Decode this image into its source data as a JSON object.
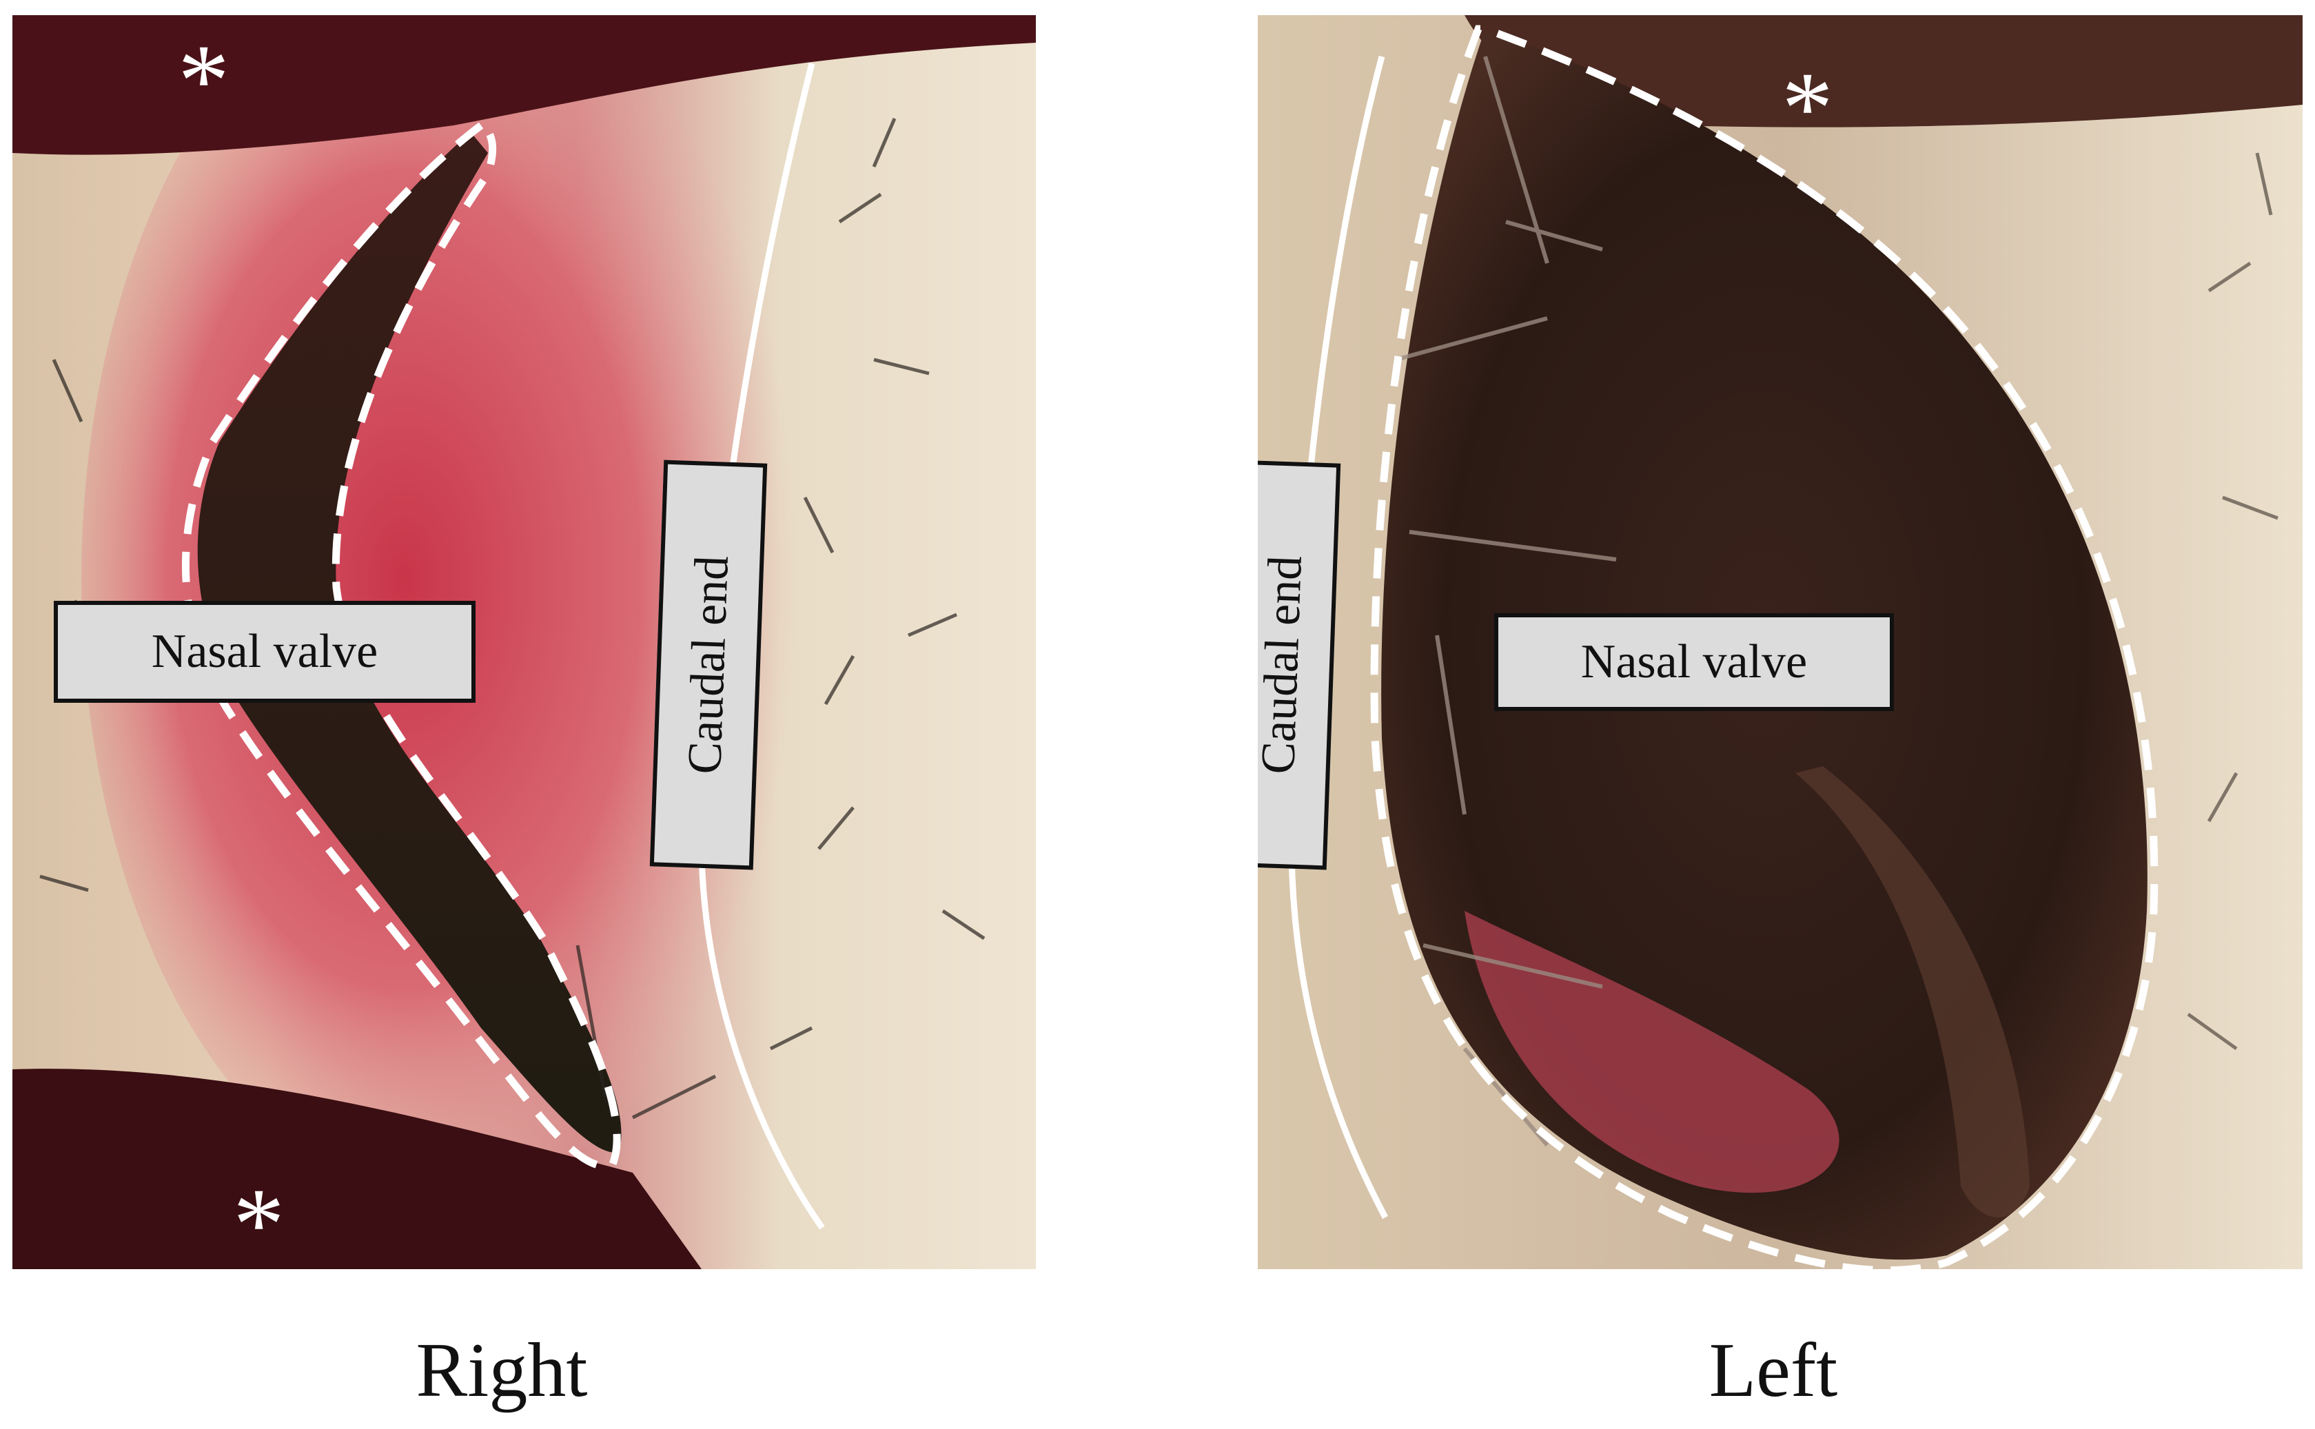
{
  "figure": {
    "panels": [
      {
        "id": "right",
        "caption": "Right",
        "region_label": "Nasal valve",
        "edge_label": "Caudal end",
        "marker": "*"
      },
      {
        "id": "left",
        "caption": "Left",
        "region_label": "Nasal valve",
        "edge_label": "Caudal end",
        "marker": "*"
      }
    ],
    "colors": {
      "outline": "#ffffff",
      "label_fill": "#dcdcdc",
      "label_border": "#111111",
      "mucosa_red": "#c23a45",
      "skin": "#e8d8c0",
      "cavity_dark": "#2a1a14"
    }
  }
}
